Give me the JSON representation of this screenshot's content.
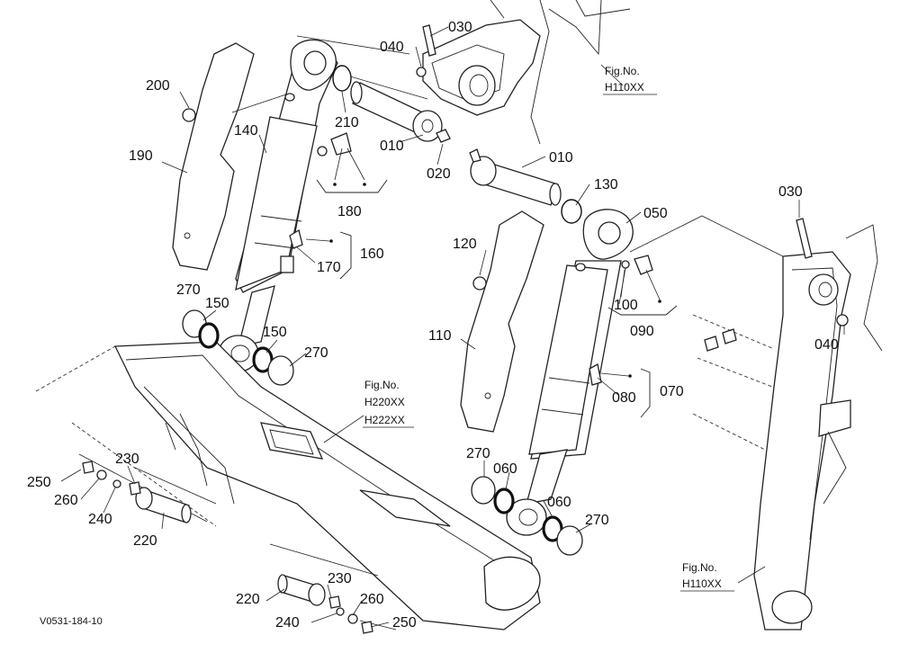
{
  "drawing_code": "V0531-184-10",
  "fig_refs": [
    {
      "title": "Fig.No.",
      "ref": "H110XX"
    },
    {
      "title": "Fig.No.",
      "ref": "H220XX",
      "ref2": "H222XX"
    },
    {
      "title": "Fig.No.",
      "ref": "H110XX"
    }
  ],
  "parts": [
    {
      "id": "030-top",
      "label": "030"
    },
    {
      "id": "040-top",
      "label": "040"
    },
    {
      "id": "200",
      "label": "200"
    },
    {
      "id": "210",
      "label": "210"
    },
    {
      "id": "140",
      "label": "140"
    },
    {
      "id": "190",
      "label": "190"
    },
    {
      "id": "010-left",
      "label": "010"
    },
    {
      "id": "020",
      "label": "020"
    },
    {
      "id": "010-right",
      "label": "010"
    },
    {
      "id": "180",
      "label": "180"
    },
    {
      "id": "130",
      "label": "130"
    },
    {
      "id": "050",
      "label": "050"
    },
    {
      "id": "030-right",
      "label": "030"
    },
    {
      "id": "120",
      "label": "120"
    },
    {
      "id": "170",
      "label": "170"
    },
    {
      "id": "160",
      "label": "160"
    },
    {
      "id": "100",
      "label": "100"
    },
    {
      "id": "040-right",
      "label": "040"
    },
    {
      "id": "090",
      "label": "090"
    },
    {
      "id": "270-a",
      "label": "270"
    },
    {
      "id": "150-a",
      "label": "150"
    },
    {
      "id": "110",
      "label": "110"
    },
    {
      "id": "150-b",
      "label": "150"
    },
    {
      "id": "270-b",
      "label": "270"
    },
    {
      "id": "070",
      "label": "070"
    },
    {
      "id": "080",
      "label": "080"
    },
    {
      "id": "270-c",
      "label": "270"
    },
    {
      "id": "060-a",
      "label": "060"
    },
    {
      "id": "060-b",
      "label": "060"
    },
    {
      "id": "270-d",
      "label": "270"
    },
    {
      "id": "230-left",
      "label": "230"
    },
    {
      "id": "250-left",
      "label": "250"
    },
    {
      "id": "260-left",
      "label": "260"
    },
    {
      "id": "240-left",
      "label": "240"
    },
    {
      "id": "220-left",
      "label": "220"
    },
    {
      "id": "230-bottom",
      "label": "230"
    },
    {
      "id": "220-bottom",
      "label": "220"
    },
    {
      "id": "260-bottom",
      "label": "260"
    },
    {
      "id": "240-bottom",
      "label": "240"
    },
    {
      "id": "250-bottom",
      "label": "250"
    }
  ]
}
